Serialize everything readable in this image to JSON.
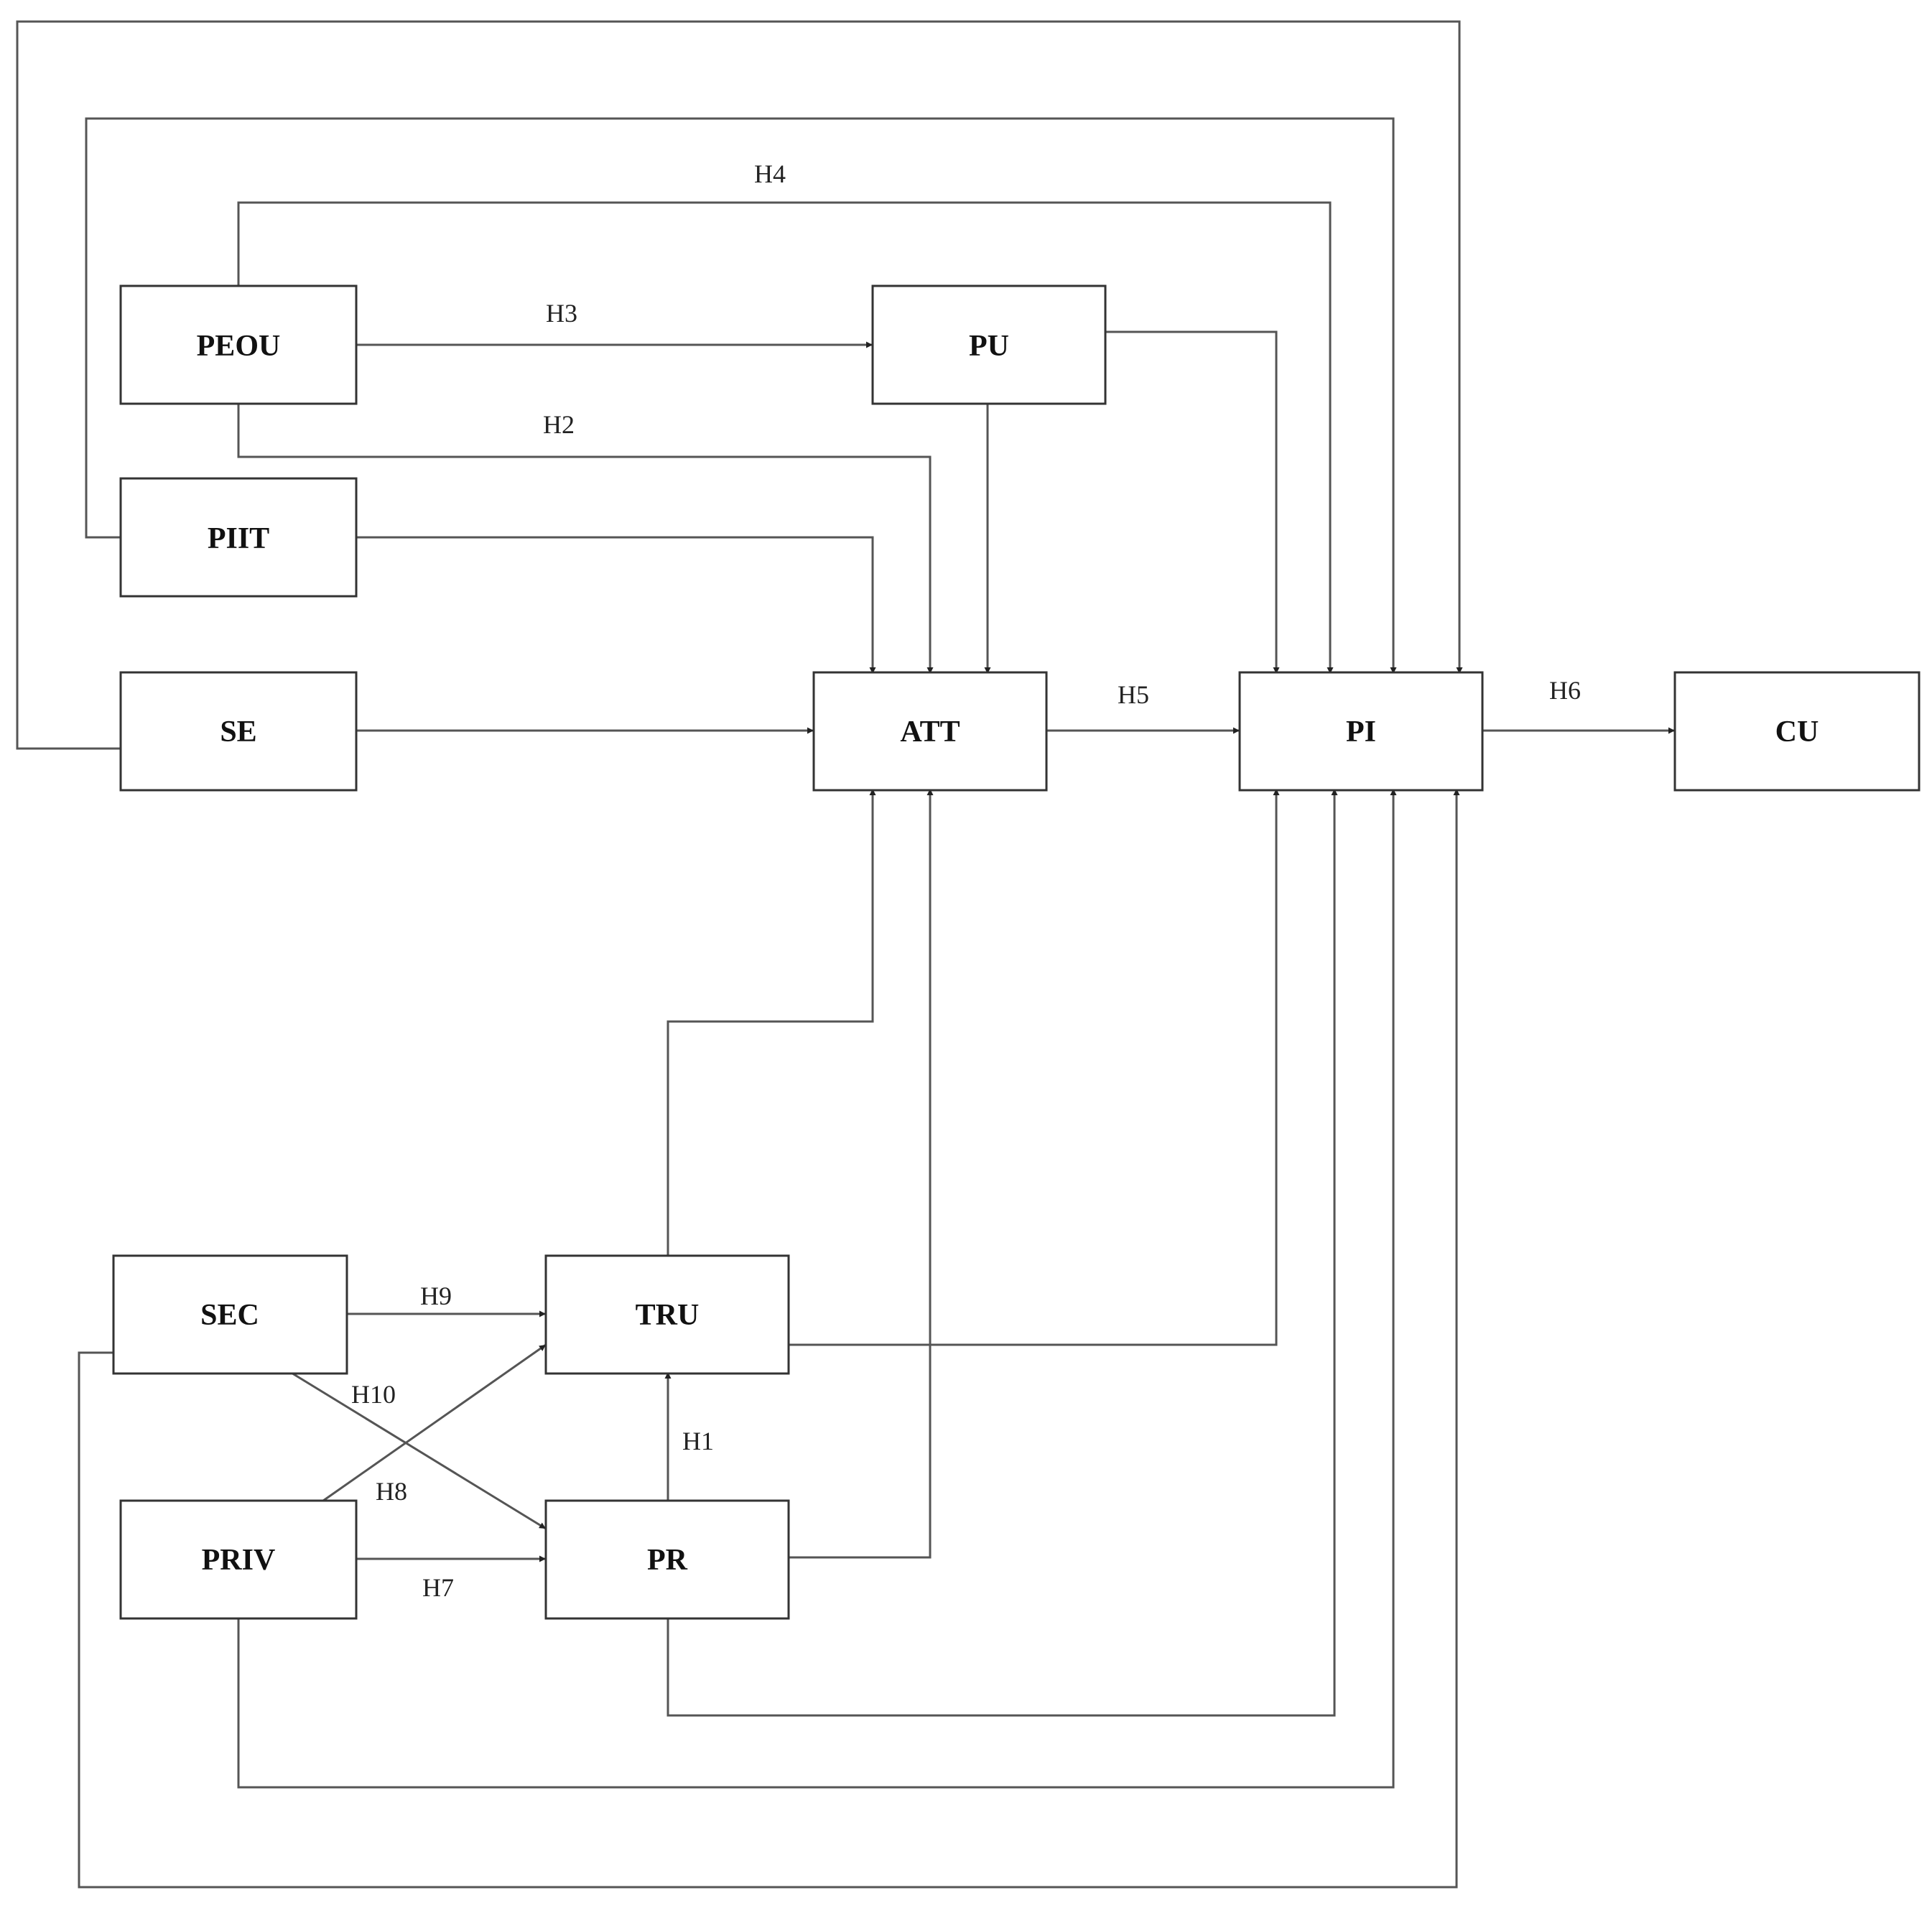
{
  "nodes": {
    "peou": "PEOU",
    "pu": "PU",
    "piit": "PIIT",
    "se": "SE",
    "att": "ATT",
    "pi": "PI",
    "cu": "CU",
    "sec": "SEC",
    "tru": "TRU",
    "priv": "PRIV",
    "pr": "PR"
  },
  "hypotheses": {
    "h1": "H1",
    "h2": "H2",
    "h3": "H3",
    "h4": "H4",
    "h5": "H5",
    "h6": "H6",
    "h7": "H7",
    "h8": "H8",
    "h9": "H9",
    "h10": "H10"
  },
  "colors": {
    "stroke": "#333333",
    "edge": "#555555",
    "text": "#111111"
  }
}
